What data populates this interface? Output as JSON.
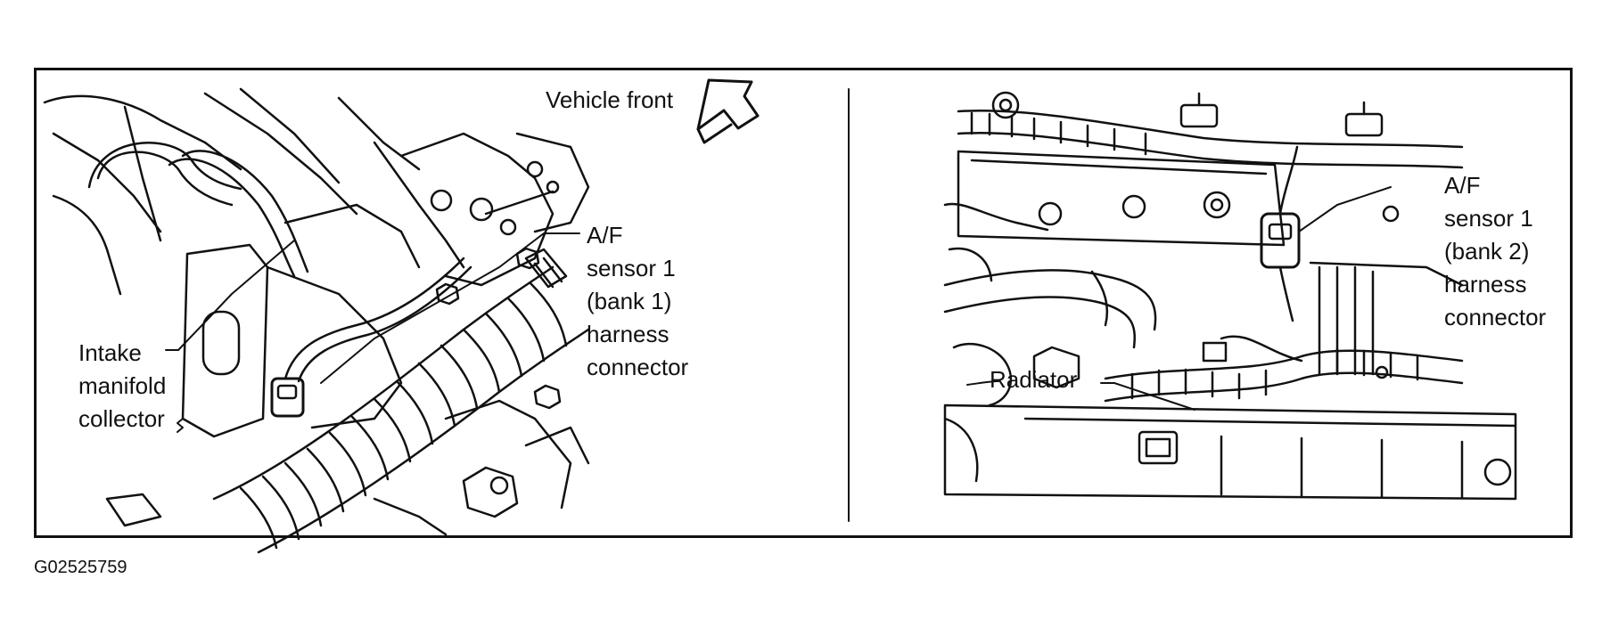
{
  "left_panel": {
    "vehicle_front": "Vehicle front",
    "sensor_lines": [
      "A/F",
      "sensor 1",
      "(bank 1)",
      "harness",
      "connector"
    ],
    "intake_lines": [
      "Intake",
      "manifold",
      "collector"
    ]
  },
  "right_panel": {
    "sensor_lines": [
      "A/F",
      "sensor 1",
      "(bank 2)",
      "harness",
      "connector"
    ],
    "radiator": "Radiator"
  },
  "figure_id": "G02525759"
}
